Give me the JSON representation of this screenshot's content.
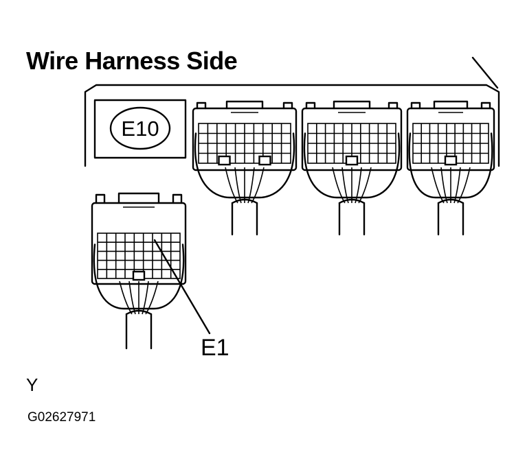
{
  "diagram": {
    "title": "Wire Harness Side",
    "ecu_connector_label": "E10",
    "pin_callout_label": "E1",
    "figure_letter": "Y",
    "figure_code": "G02627971"
  }
}
